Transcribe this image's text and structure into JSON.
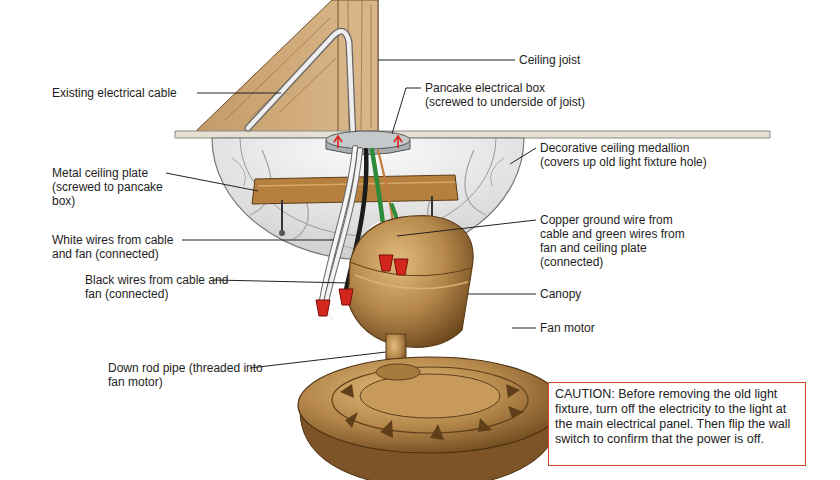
{
  "diagram": {
    "nodes": [
      {
        "text": [
          "CAUTION: Before removing the old light fixture, turn off the electricity to the light at the main electrical panel. Then flip the wall switch to confirm that the power is off."
        ]
      }
    ],
    "labels": [
      "Ceiling joist",
      "Existing electrical cable",
      "Pancake electrical box (screwed to underside of joist)",
      "Metal ceiling plate (screwed to pancake box)",
      "Decorative ceiling medallion (covers up old light fixture hole)",
      "White wires from cable and fan (connected)",
      "Copper ground wire from cable and green wires from fan and ceiling plate (connected)",
      "Black wires from cable and fan (connected)",
      "Canopy",
      "Fan motor",
      "Down rod pipe (threaded into fan motor)"
    ]
  }
}
